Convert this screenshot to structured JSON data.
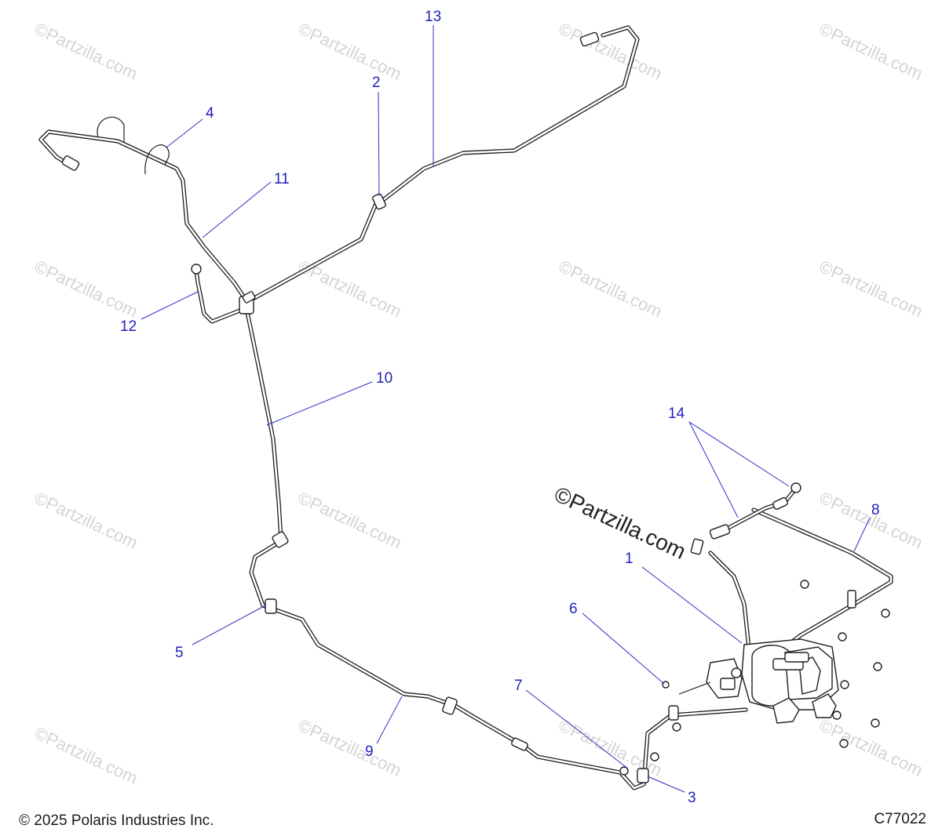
{
  "watermark": "©Partzilla.com",
  "footer": {
    "copyright": "© 2025 Polaris Industries Inc.",
    "diagram_code": "C77022"
  },
  "callouts": [
    "1",
    "2",
    "3",
    "4",
    "5",
    "6",
    "7",
    "8",
    "9",
    "10",
    "11",
    "12",
    "13",
    "14"
  ]
}
